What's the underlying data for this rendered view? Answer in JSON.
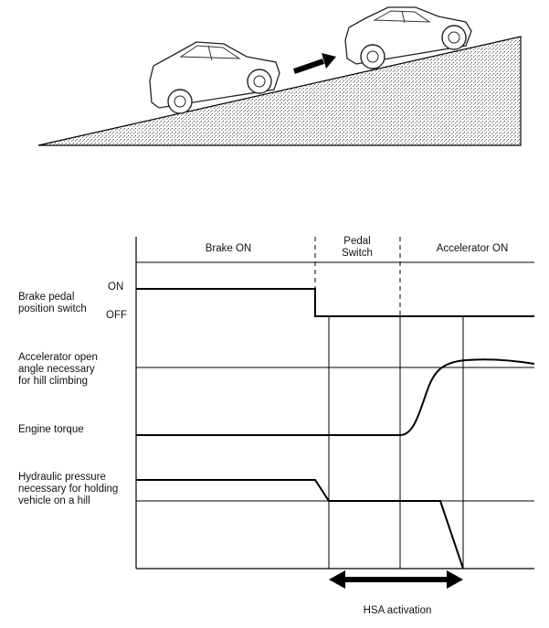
{
  "phases": {
    "brake_on": "Brake ON",
    "pedal_switch": "Pedal\nSwitch",
    "accelerator_on": "Accelerator ON"
  },
  "signals": {
    "brake_pedal": "Brake pedal\nposition switch",
    "accelerator": "Accelerator open\nangle necessary\nfor hill climbing",
    "engine_torque": "Engine torque",
    "hydraulic": "Hydraulic pressure\nnecessary for holding\nvehicle on a hill"
  },
  "states": {
    "on": "ON",
    "off": "OFF"
  },
  "hsa_label": "HSA activation"
}
